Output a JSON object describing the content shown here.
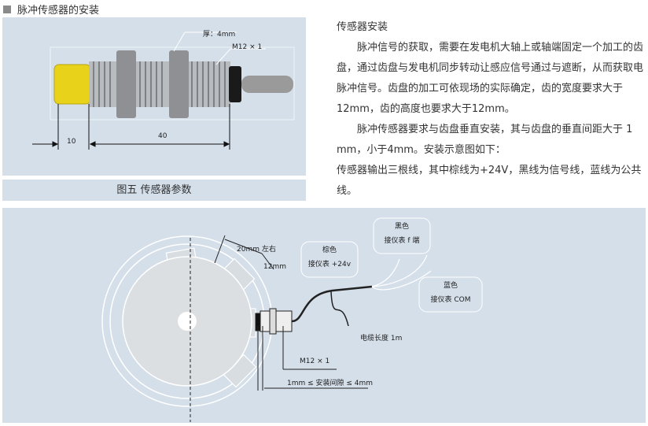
{
  "section_title": "脉冲传感器的安装",
  "figure": {
    "caption": "图五 传感器参数",
    "labels": {
      "thickness": "厚：4mm",
      "thread": "M12  × 1",
      "dim_10": "10",
      "dim_40": "40"
    }
  },
  "article": {
    "heading": "传感器安装",
    "paragraphs": [
      "脉冲信号的获取，需要在发电机大轴上或轴端固定一个加工的齿盘，通过齿盘与发电机同步转动让感应信号通过与遮断，从而获取电脉冲信号。齿盘的加工可依现场的实际确定，齿的宽度要求大于12mm，齿的高度也要求大于12mm。",
      "脉冲传感器要求与齿盘垂直安装，其与齿盘的垂直间距大于 1 mm，小于4mm。安装示意图如下：",
      "传感器输出三根线，其中棕线为+24V，黑线为信号线，蓝线为公共线。"
    ]
  },
  "diagram": {
    "tooth_width": "20mm  左右",
    "tooth_height": "12mm",
    "brown": {
      "title": "棕色",
      "desc": "接仪表 +24v"
    },
    "black": {
      "title": "黑色",
      "desc": "接仪表 f 端"
    },
    "blue": {
      "title": "蓝色",
      "desc": "接仪表 COM"
    },
    "cable": "电缆长度 1m",
    "thread": "M12 × 1",
    "gap": "1mm ≤ 安装间隙 ≤ 4mm"
  },
  "colors": {
    "panel": "#d4dfea",
    "sensor_cap": "#e8d21a"
  }
}
